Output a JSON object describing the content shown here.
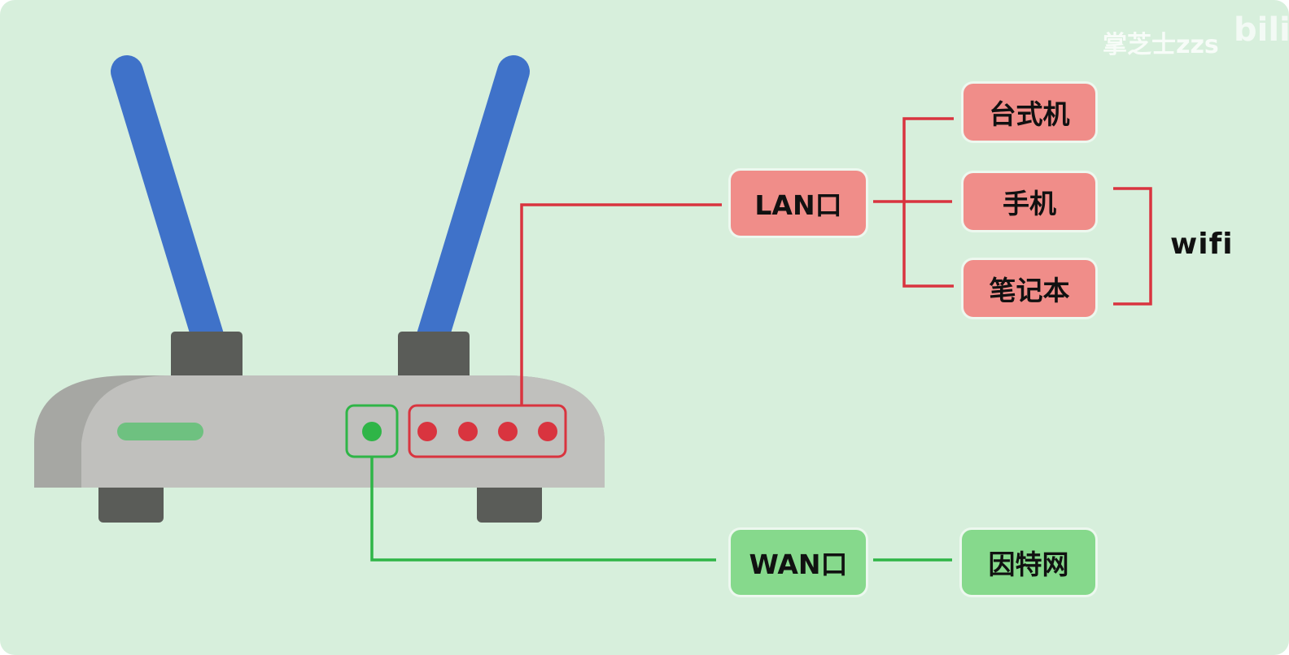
{
  "watermark": {
    "author": "掌芝士zzs",
    "site_logo": "bili"
  },
  "labels": {
    "lan_port": "LAN口",
    "wan_port": "WAN口",
    "desktop": "台式机",
    "phone": "手机",
    "laptop": "笔记本",
    "internet": "因特网",
    "wifi": "wifi"
  },
  "colors": {
    "background": "#d7efdc",
    "lan_accent": "#d9343f",
    "wan_accent": "#2fb547",
    "antenna": "#3f72c9",
    "router_body": "#c0c0bd",
    "router_dark": "#5a5c58",
    "lan_box": "#f08d89",
    "wan_box": "#86d98c"
  }
}
